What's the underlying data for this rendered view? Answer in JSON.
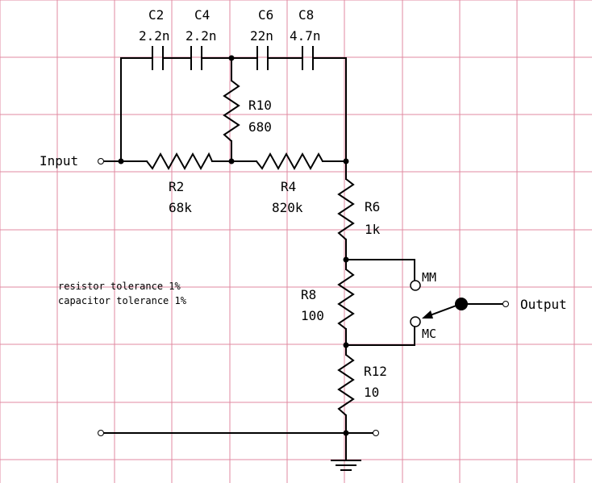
{
  "labels": {
    "input": "Input",
    "output": "Output",
    "mm": "MM",
    "mc": "MC"
  },
  "components": {
    "C2": {
      "name": "C2",
      "value": "2.2n"
    },
    "C4": {
      "name": "C4",
      "value": "2.2n"
    },
    "C6": {
      "name": "C6",
      "value": "22n"
    },
    "C8": {
      "name": "C8",
      "value": "4.7n"
    },
    "R10": {
      "name": "R10",
      "value": "680"
    },
    "R2": {
      "name": "R2",
      "value": "68k"
    },
    "R4": {
      "name": "R4",
      "value": "820k"
    },
    "R6": {
      "name": "R6",
      "value": "1k"
    },
    "R8": {
      "name": "R8",
      "value": "100"
    },
    "R12": {
      "name": "R12",
      "value": "10"
    }
  },
  "notes": {
    "resistor": "resistor tolerance 1%",
    "capacitor": "capacitor tolerance 1%"
  },
  "colors": {
    "grid": "#e08aa0",
    "ink": "#000000",
    "background": "#ffffff"
  }
}
